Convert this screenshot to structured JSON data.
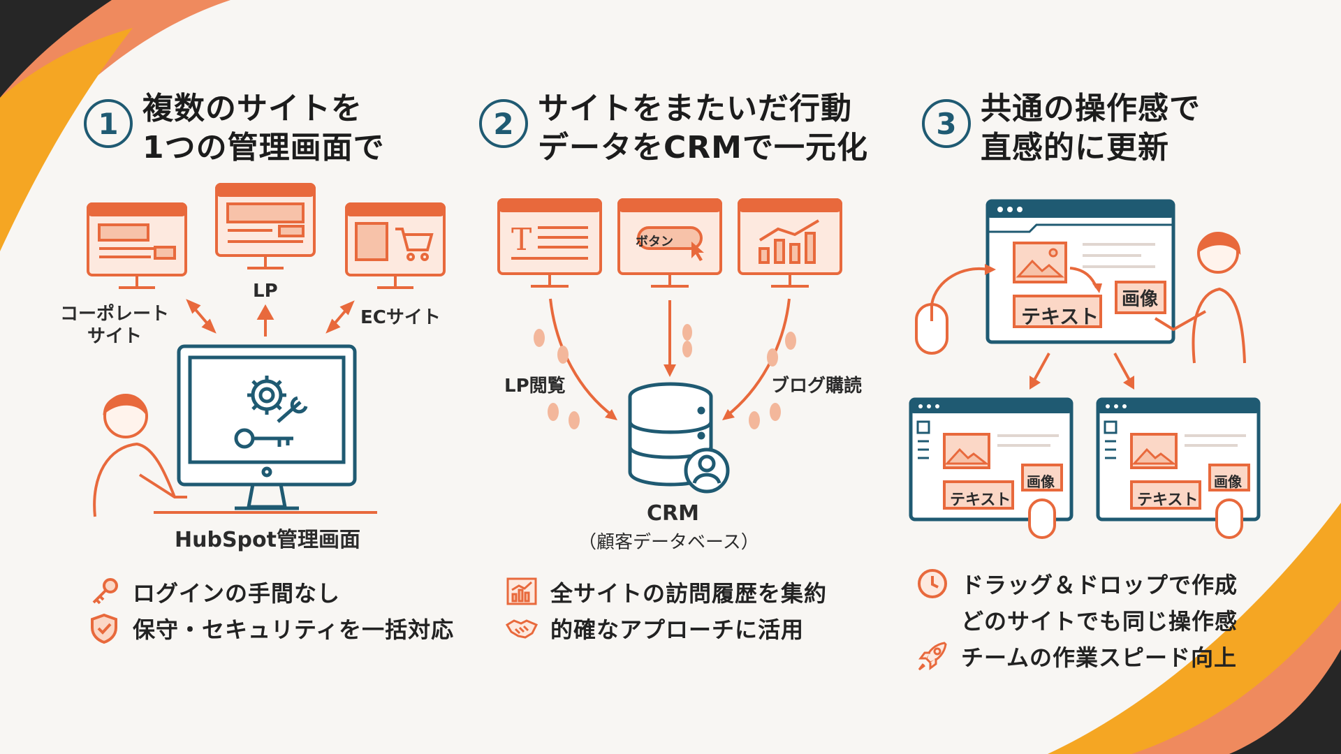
{
  "colors": {
    "accent_orange": "#e8693c",
    "dark_teal": "#1f5a72",
    "corner_dark": "#262626",
    "corner_yellow": "#f5a623",
    "corner_salmon": "#ef8a5e",
    "background": "#f8f6f3"
  },
  "panel1": {
    "number": "1",
    "title_line1": "複数のサイトを",
    "title_line2": "1つの管理画面で",
    "site_corporate_line1": "コーポレート",
    "site_corporate_line2": "サイト",
    "site_lp": "LP",
    "site_ec": "ECサイト",
    "console_label": "HubSpot管理画面",
    "features": [
      {
        "icon": "key-icon",
        "text": "ログインの手間なし"
      },
      {
        "icon": "shield-check-icon",
        "text": "保守・セキュリティを一括対応"
      }
    ]
  },
  "panel2": {
    "number": "2",
    "title_line1": "サイトをまたいだ行動",
    "title_line2": "データをCRMで一元化",
    "button_text": "ボタン",
    "left_arrow_label": "LP閲覧",
    "right_arrow_label": "ブログ購読",
    "crm_label": "CRM",
    "crm_sublabel": "（顧客データベース）",
    "features": [
      {
        "icon": "bar-chart-icon",
        "text": "全サイトの訪問履歴を集約"
      },
      {
        "icon": "handshake-icon",
        "text": "的確なアプローチに活用"
      }
    ]
  },
  "panel3": {
    "number": "3",
    "title_line1": "共通の操作感で",
    "title_line2": "直感的に更新",
    "text_block": "テキスト",
    "image_block": "画像",
    "features": [
      {
        "icon": "clock-icon",
        "text": "ドラッグ＆ドロップで作成"
      },
      {
        "icon": "",
        "text": "どのサイトでも同じ操作感"
      },
      {
        "icon": "rocket-icon",
        "text": "チームの作業スピード向上"
      }
    ]
  }
}
